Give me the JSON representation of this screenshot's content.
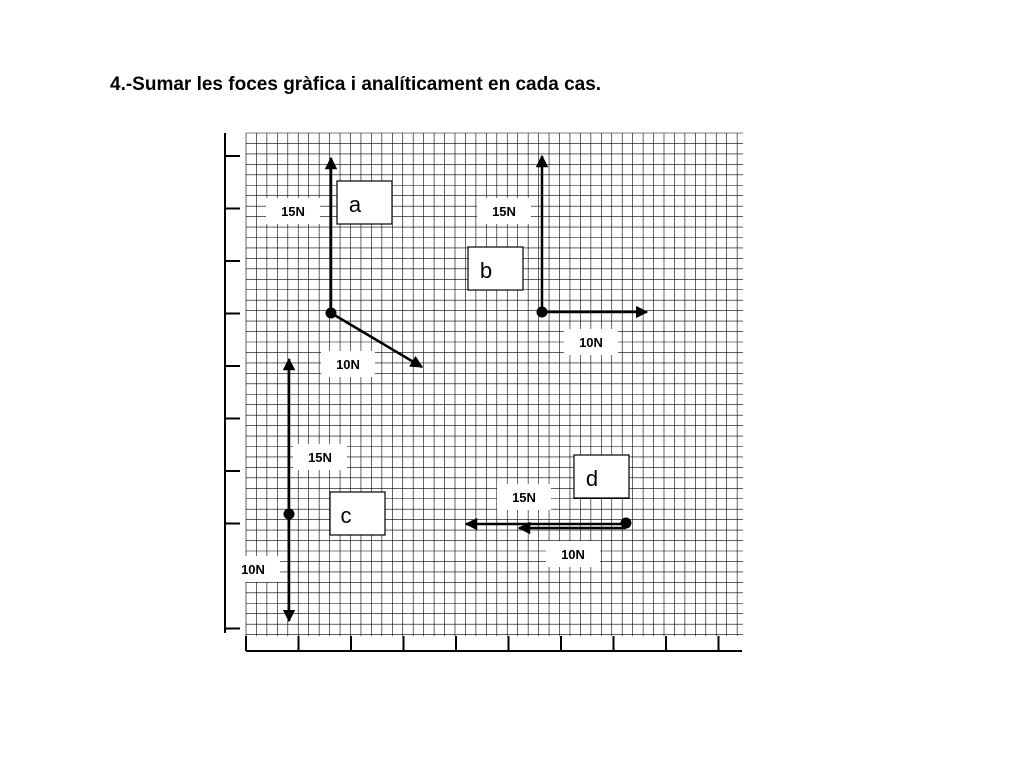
{
  "title": "4.-Sumar les foces gràfica i analíticament en cada cas.",
  "cases": [
    {
      "id": "a",
      "label": "a",
      "forces": [
        {
          "label": "15N"
        },
        {
          "label": "10N"
        }
      ]
    },
    {
      "id": "b",
      "label": "b",
      "forces": [
        {
          "label": "15N"
        },
        {
          "label": "10N"
        }
      ]
    },
    {
      "id": "c",
      "label": "c",
      "forces": [
        {
          "label": "15N"
        },
        {
          "label": "10N"
        }
      ]
    },
    {
      "id": "d",
      "label": "d",
      "forces": [
        {
          "label": "15N"
        },
        {
          "label": "10N"
        }
      ]
    }
  ]
}
